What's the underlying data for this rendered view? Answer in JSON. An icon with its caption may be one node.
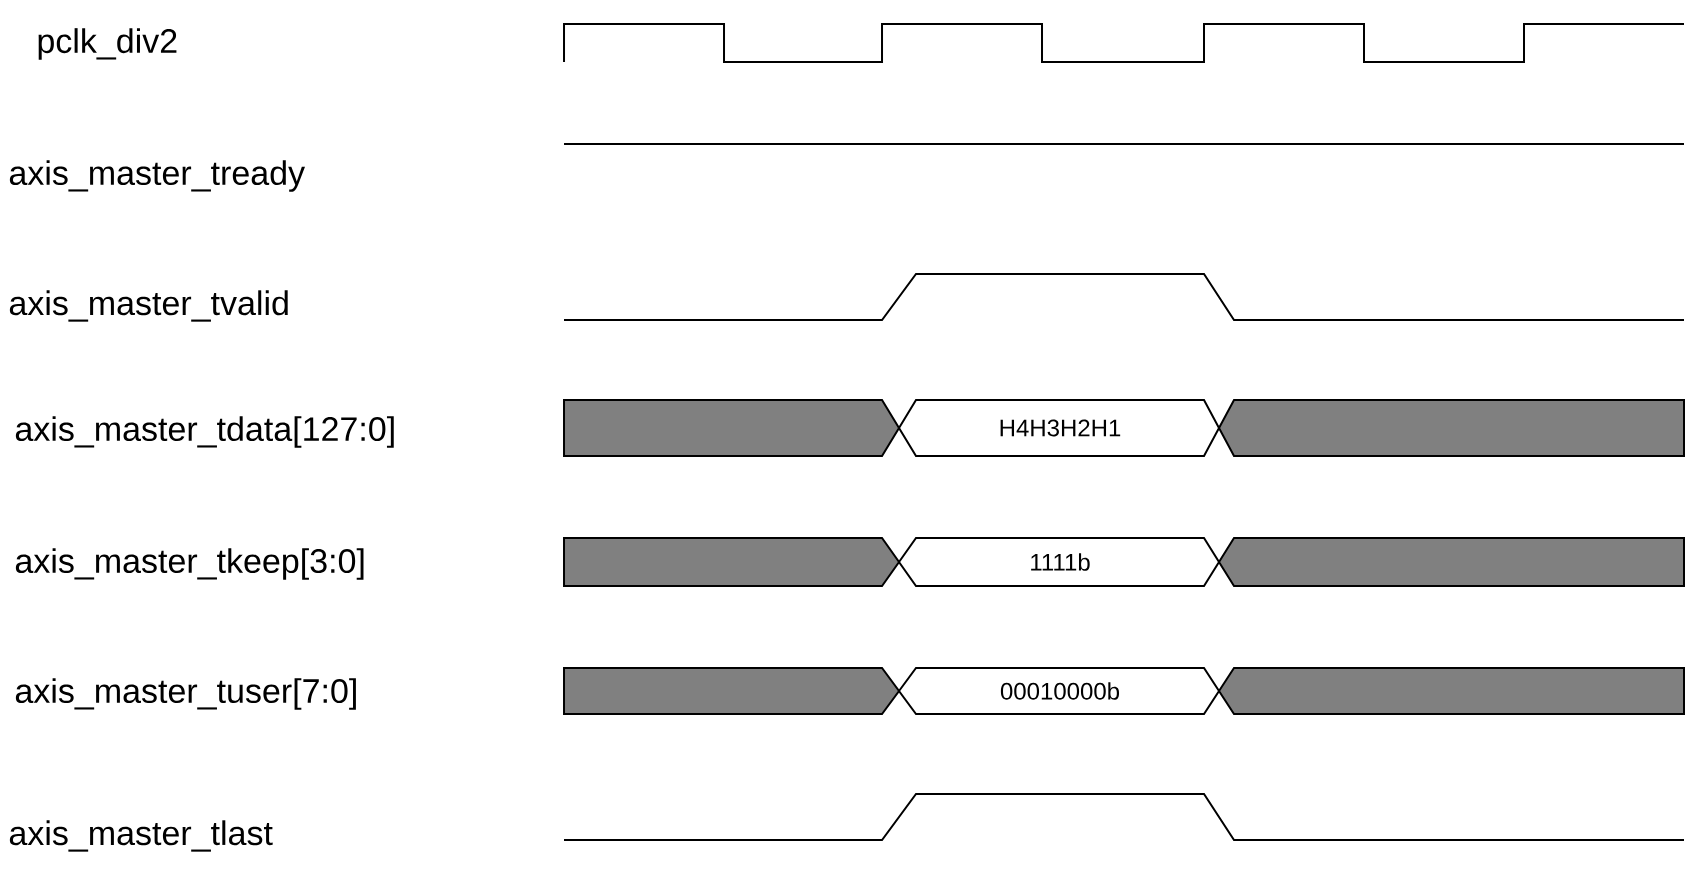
{
  "diagram": {
    "labels": [
      "pclk_div2",
      "axis_master_tready",
      "axis_master_tvalid",
      "axis_master_tdata[127:0]",
      "H4H3H2H1",
      "axis_master_tkeep[3:0]",
      "1111b",
      "axis_master_tuser[7:0]",
      "00010000b",
      "axis_master_tlast"
    ]
  }
}
